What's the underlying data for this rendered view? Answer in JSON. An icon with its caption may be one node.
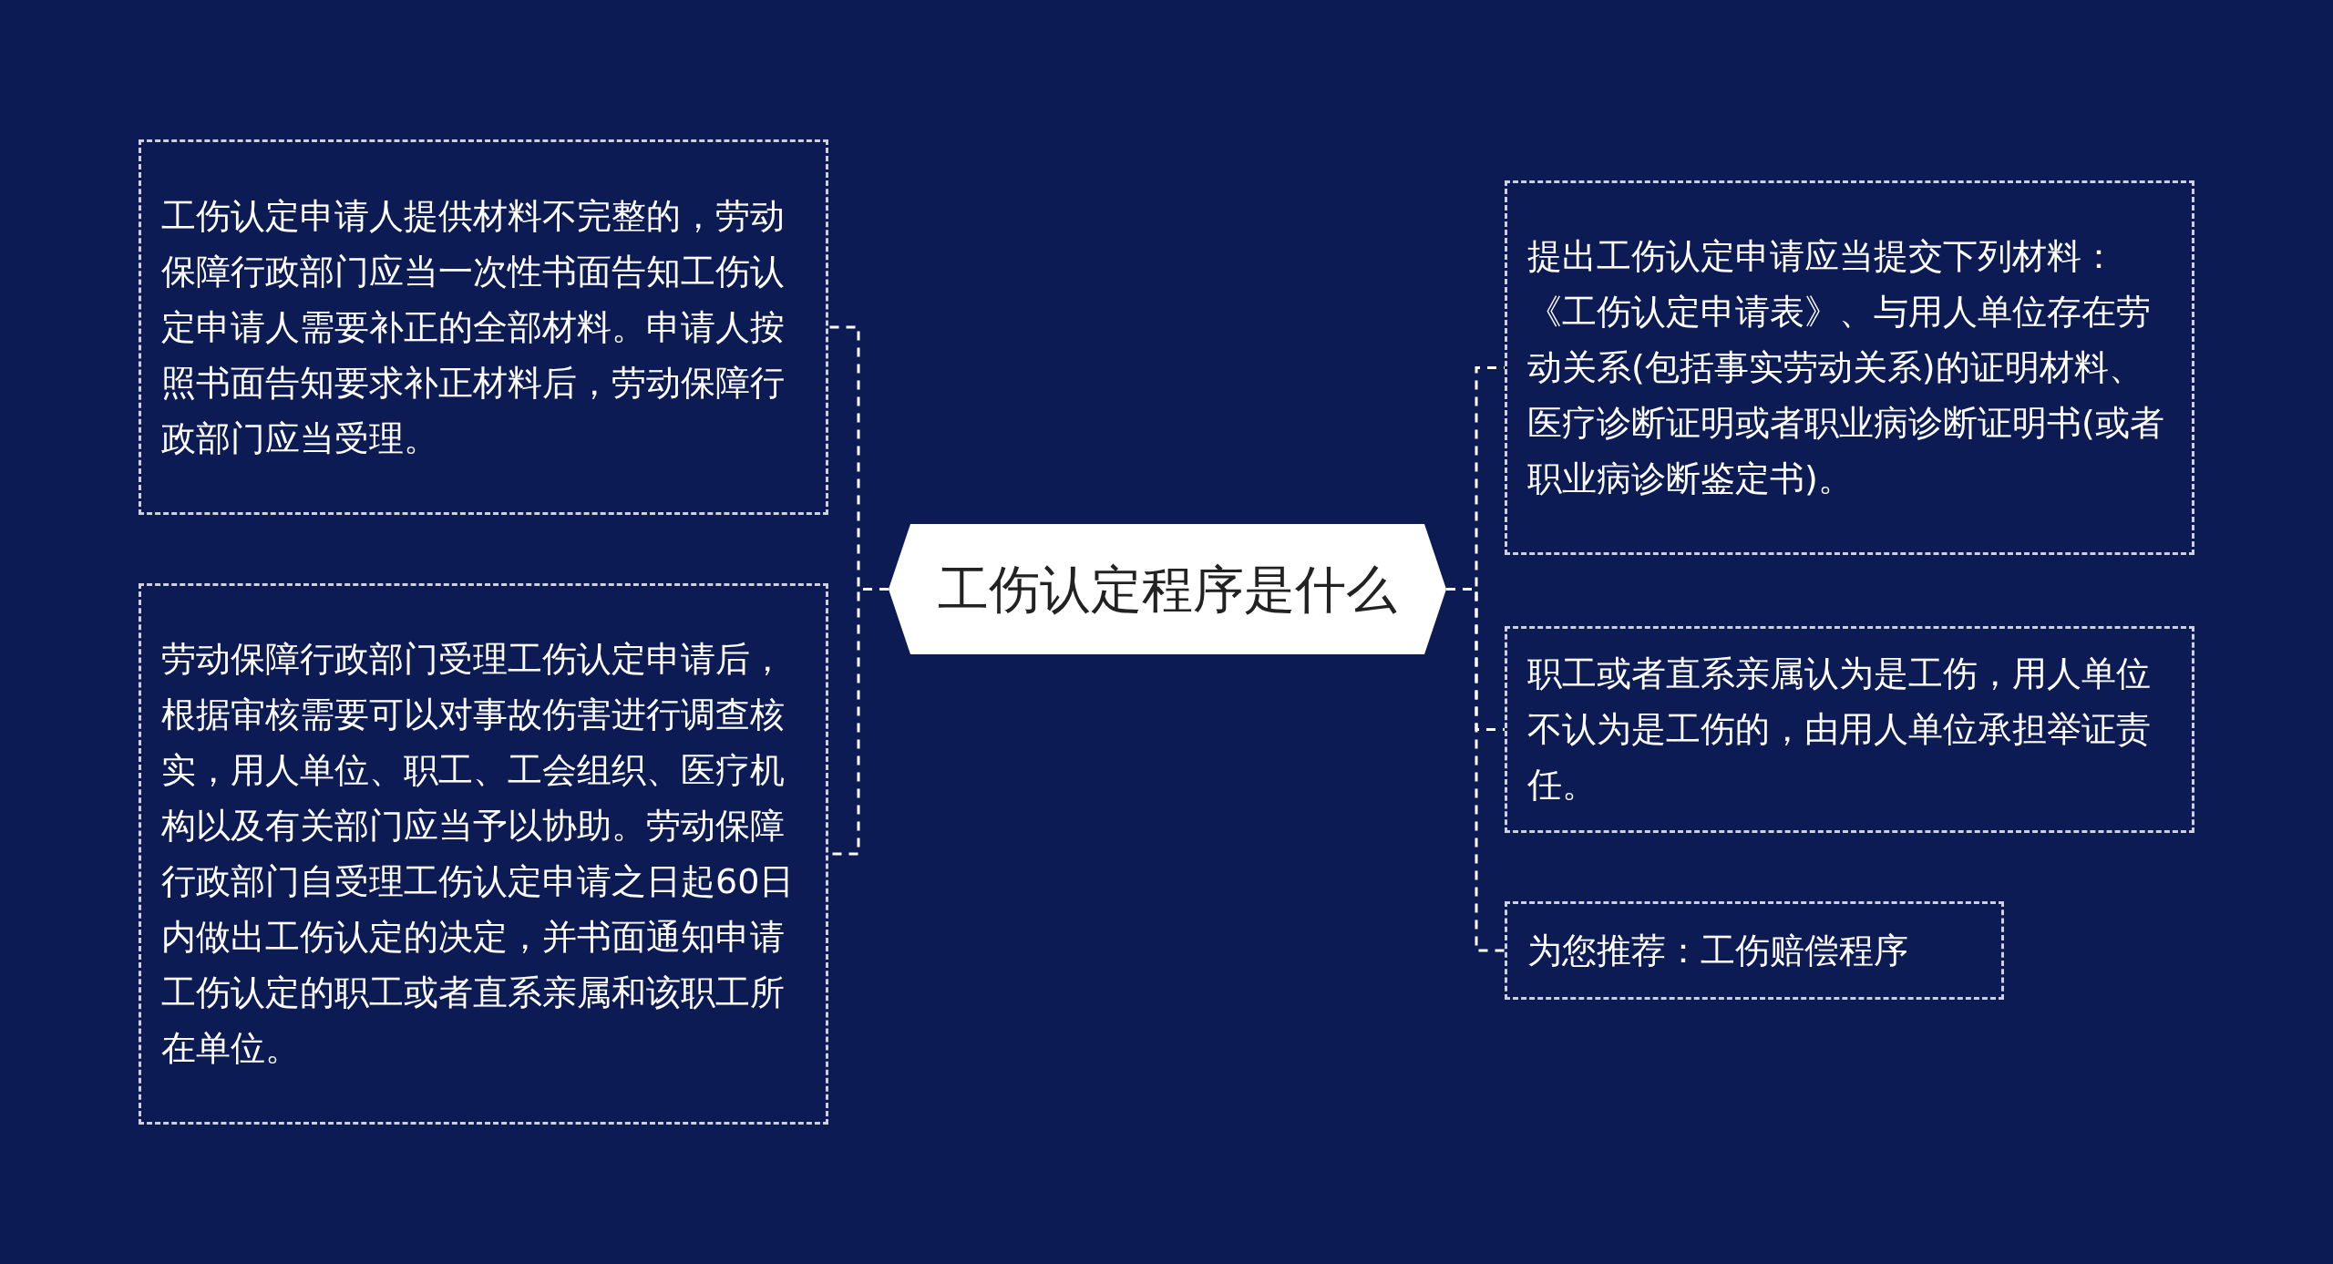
{
  "diagram": {
    "nodes": [
      {
        "text": [
          "工伤认定程序是什么"
        ]
      },
      {
        "text": [
          "工伤认定申请人提供材料不完整的，劳动保障行政部门应当一次性书面告知工伤认定申请人需要补正的全部材料。申请人按照书面告知要求补正材料后，劳动保障行政部门应当受理。"
        ]
      },
      {
        "text": [
          "劳动保障行政部门受理工伤认定申请后，根据审核需要可以对事故伤害进行调查核实，用人单位、职工、工会组织、医疗机构以及有关部门应当予以协助。劳动保障行政部门自受理工伤认定申请之日起60日内做出工伤认定的决定，并书面通知申请工伤认定的职工或者直系亲属和该职工所在单位。"
        ]
      },
      {
        "text": [
          "提出工伤认定申请应当提交下列材料：《工伤认定申请表》、与用人单位存在劳动关系(包括事实劳动关系)的证明材料、医疗诊断证明或者职业病诊断证明书(或者职业病诊断鉴定书)。"
        ]
      },
      {
        "text": [
          "职工或者直系亲属认为是工伤，用人单位不认为是工伤的，由用人单位承担举证责任。"
        ]
      },
      {
        "text": [
          "为您推荐：工伤赔偿程序"
        ]
      }
    ],
    "edges": [
      {
        "from": 0,
        "to": 1,
        "arrow": "none",
        "style": "dashed"
      },
      {
        "from": 0,
        "to": 2,
        "arrow": "none",
        "style": "dashed"
      },
      {
        "from": 0,
        "to": 3,
        "arrow": "none",
        "style": "dashed"
      },
      {
        "from": 0,
        "to": 4,
        "arrow": "none",
        "style": "dashed"
      },
      {
        "from": 0,
        "to": 5,
        "arrow": "none",
        "style": "dashed"
      }
    ]
  }
}
